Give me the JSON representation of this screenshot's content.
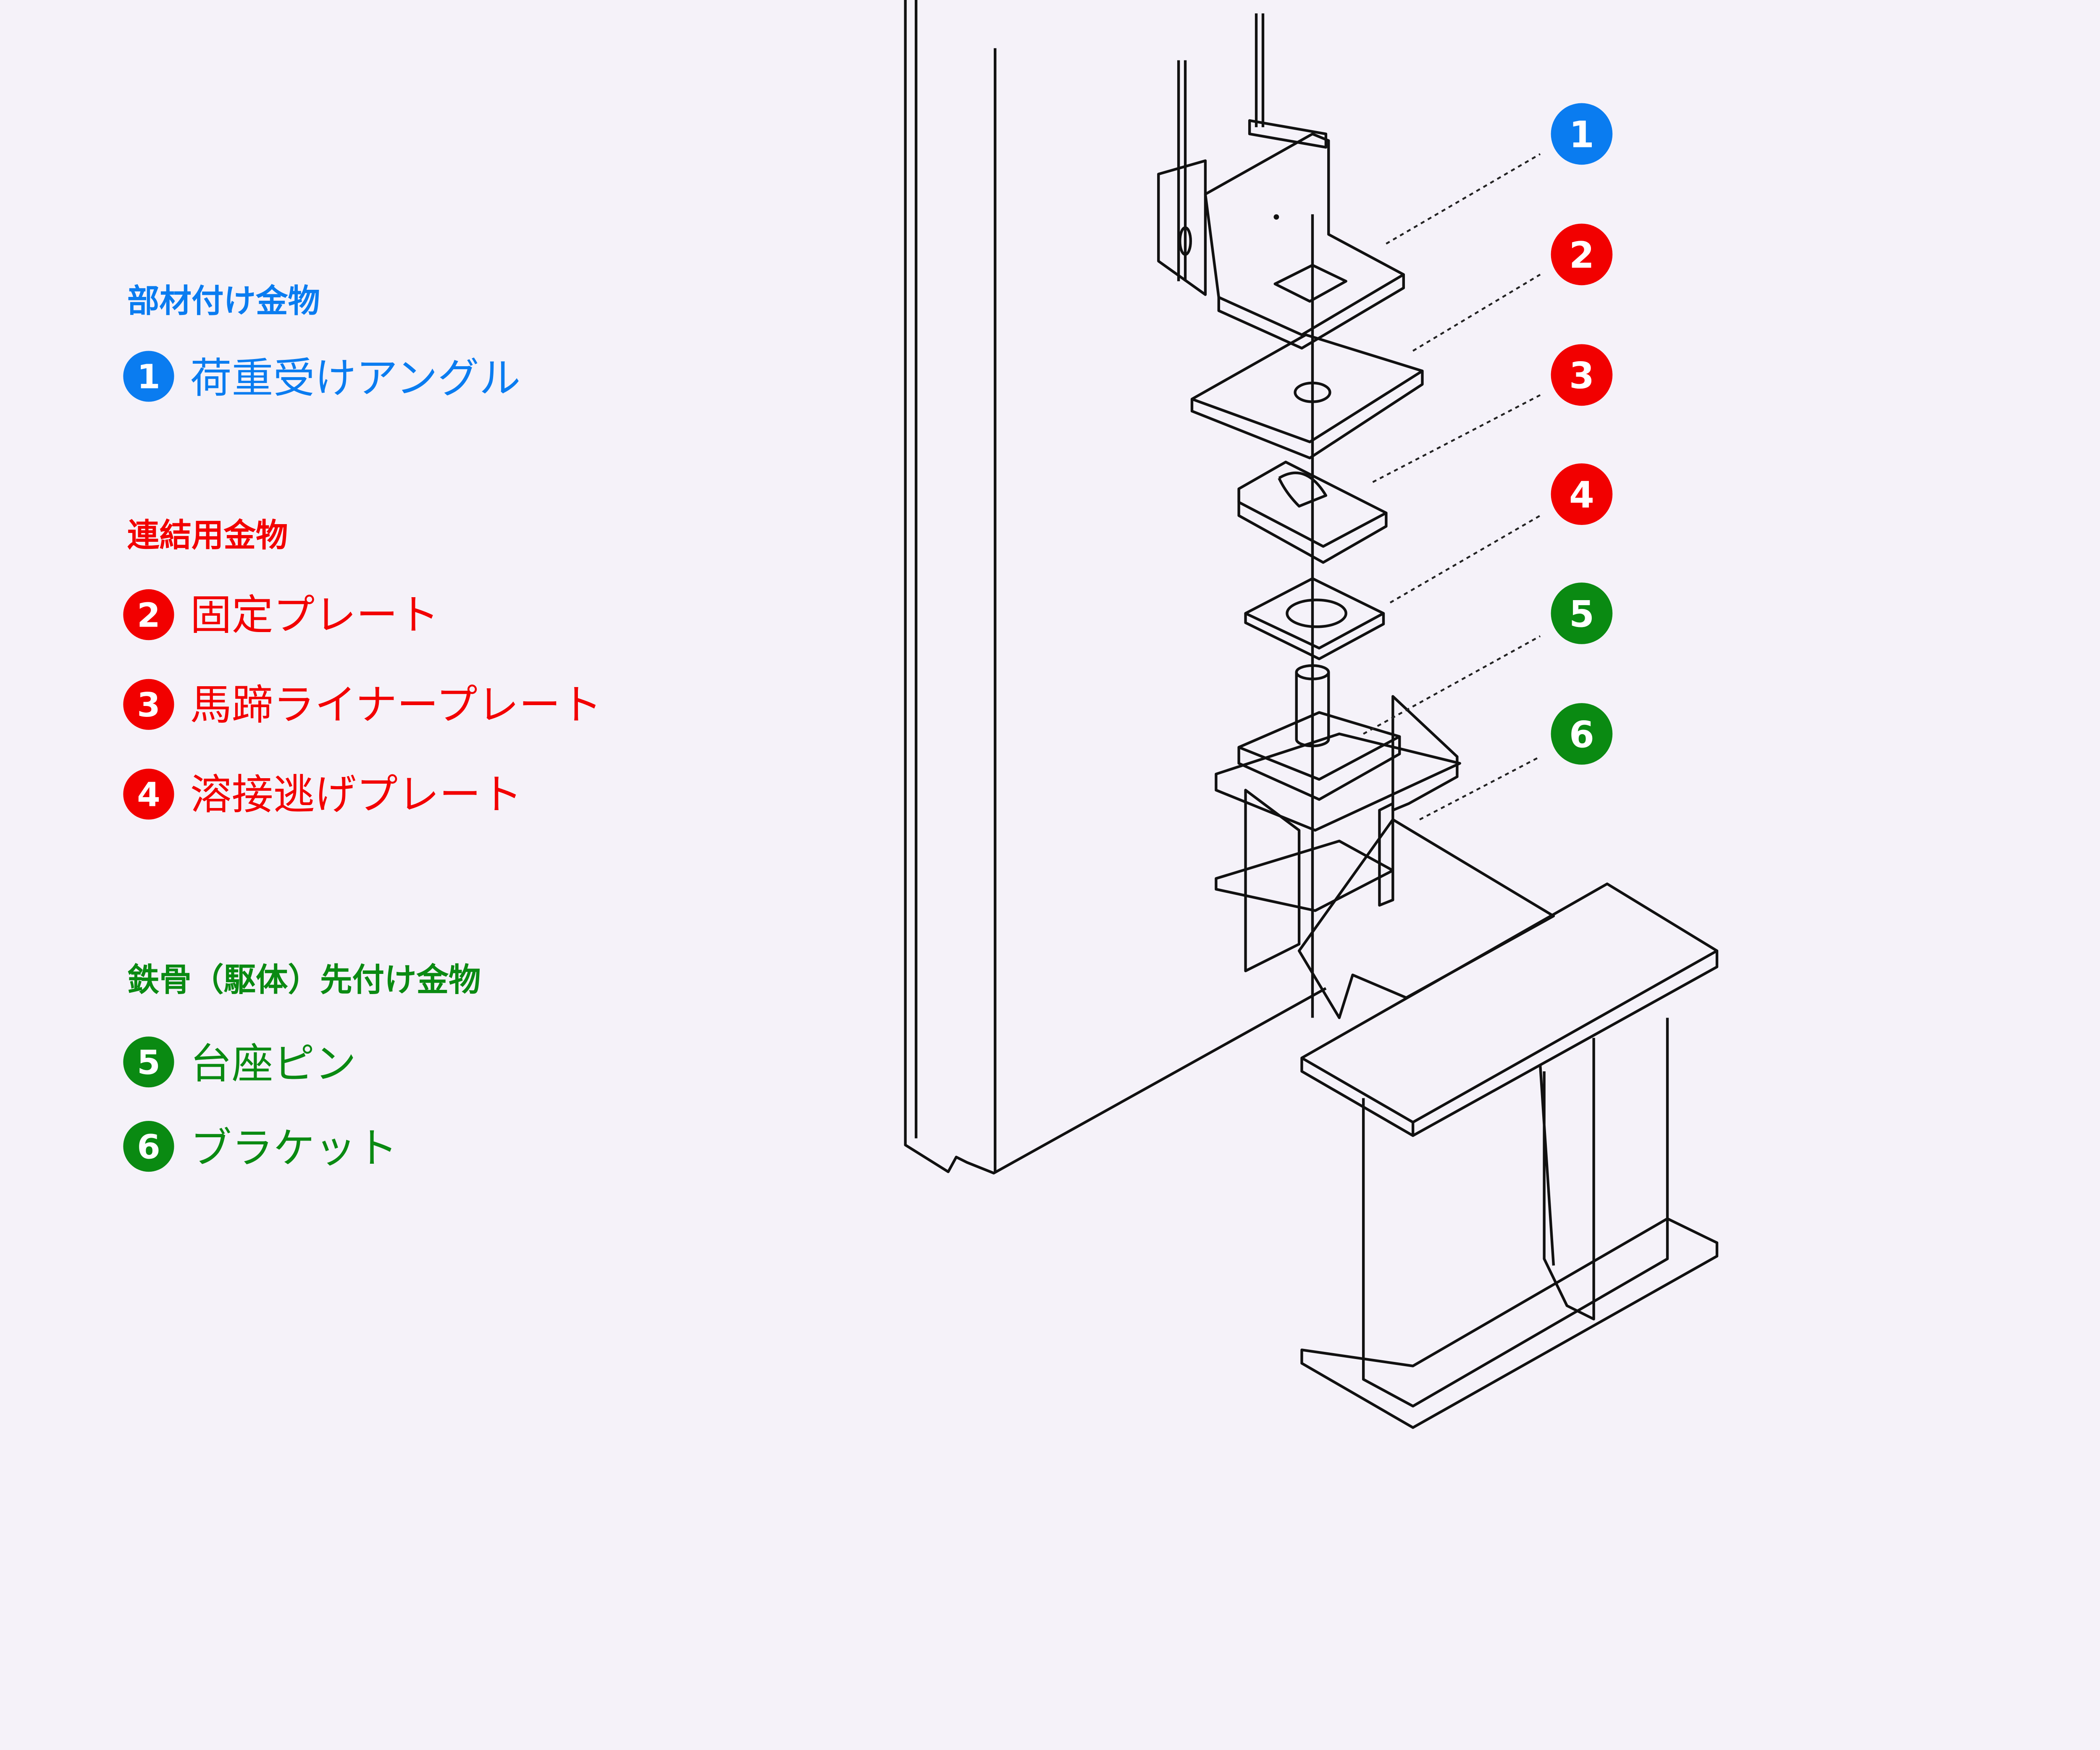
{
  "colors": {
    "blue": "#0a7cf0",
    "red": "#f20000",
    "green": "#0a8a12",
    "background": "#f5f2f9",
    "fill_angle": "#dfe6f8",
    "fill_plate": "#fdd7e6",
    "fill_bracket": "#c3f7cb"
  },
  "groups": [
    {
      "heading": "部材付け金物",
      "items": [
        {
          "num": "1",
          "label": "荷重受けアングル"
        }
      ]
    },
    {
      "heading": "連結用金物",
      "items": [
        {
          "num": "2",
          "label": "固定プレート"
        },
        {
          "num": "3",
          "label": "馬蹄ライナープレート"
        },
        {
          "num": "4",
          "label": "溶接逃げプレート"
        }
      ]
    },
    {
      "heading": "鉄骨（駆体）先付け金物",
      "items": [
        {
          "num": "5",
          "label": "台座ピン"
        },
        {
          "num": "6",
          "label": "ブラケット"
        }
      ]
    }
  ],
  "callouts": [
    "1",
    "2",
    "3",
    "4",
    "5",
    "6"
  ]
}
